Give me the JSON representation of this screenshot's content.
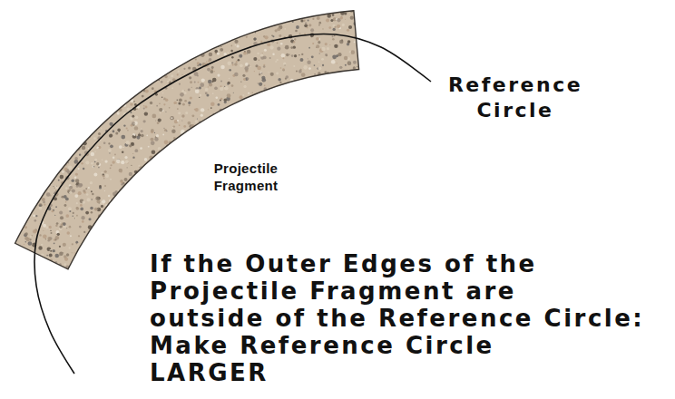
{
  "diagram": {
    "labels": [
      "Reference Circle",
      "Projectile Fragment",
      "If the Outer Edges of the Projectile Fragment are outside of the Reference Circle: Make Reference Circle LARGER"
    ]
  }
}
